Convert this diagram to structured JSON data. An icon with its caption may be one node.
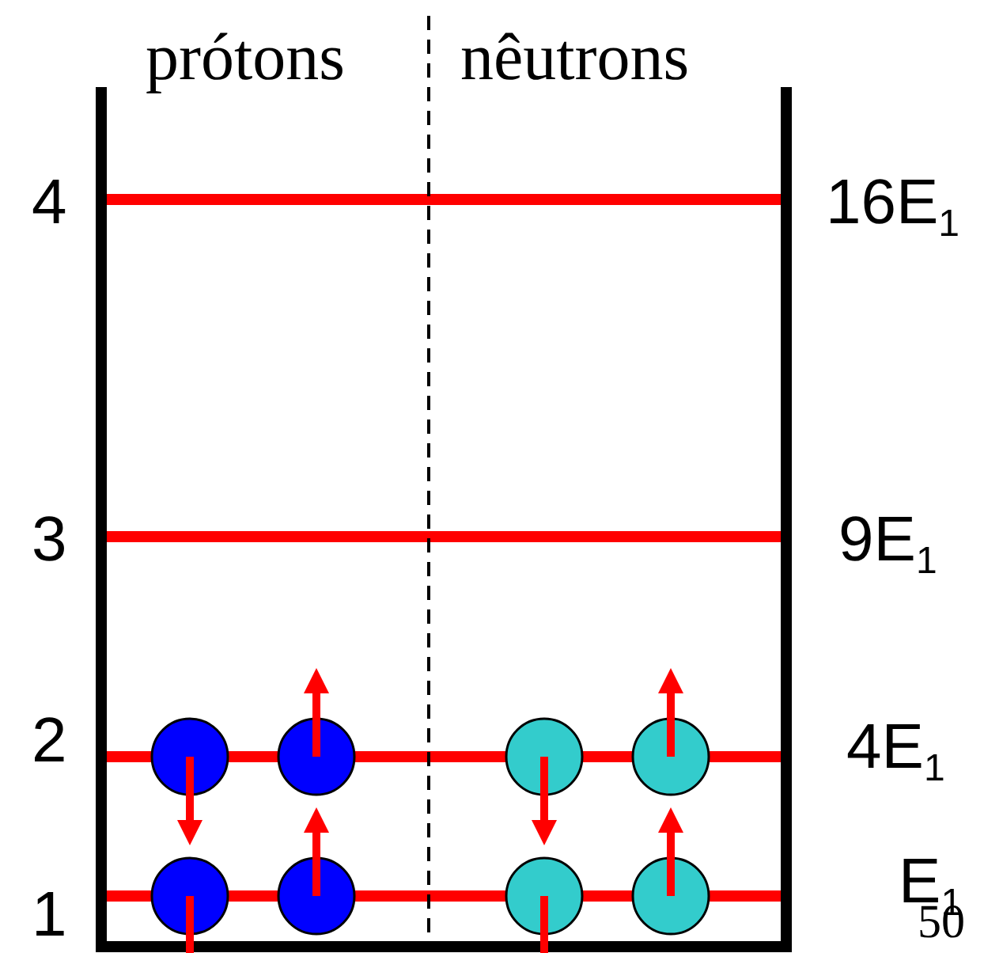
{
  "diagram": {
    "labels": [
      "prótons",
      "nêutrons",
      "4",
      "16E$_{1}$",
      "3",
      "9E$_{1}$",
      "2",
      "4E$_{1}$",
      "1",
      "E$_{1}$",
      "50"
    ]
  }
}
